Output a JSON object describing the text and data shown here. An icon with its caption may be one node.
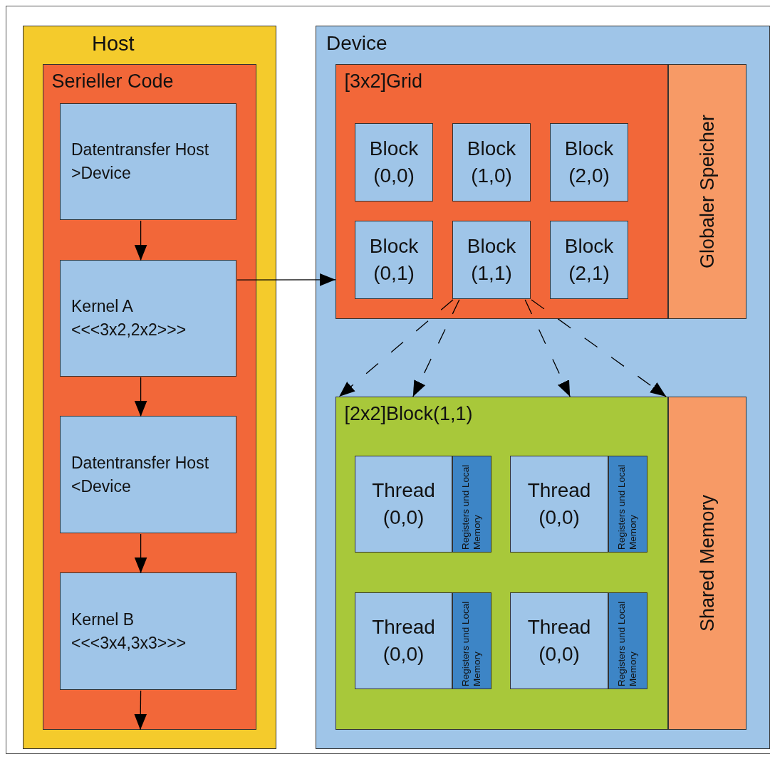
{
  "diagram": {
    "nodes": [
      {
        "text": [
          "Host"
        ]
      },
      {
        "text": [
          "Serieller Code"
        ],
        "in": 0
      },
      {
        "text": [
          "Datentransfer Host >Device"
        ],
        "in": 1
      },
      {
        "text": [
          "Kernel A <<<3x2,2x2>>>"
        ],
        "in": 1
      },
      {
        "text": [
          "Datentransfer Host <Device"
        ],
        "in": 1
      },
      {
        "text": [
          "Kernel B <<<3x4,3x3>>>"
        ],
        "in": 1
      },
      {
        "text": [
          "Device"
        ]
      },
      {
        "text": [
          "[3x2]Grid"
        ],
        "in": 6
      },
      {
        "text": [
          "Block (0,0)"
        ],
        "in": 7
      },
      {
        "text": [
          "Block (1,0)"
        ],
        "in": 7
      },
      {
        "text": [
          "Block (2,0)"
        ],
        "in": 7
      },
      {
        "text": [
          "Block (0,1)"
        ],
        "in": 7
      },
      {
        "text": [
          "Block (1,1)"
        ],
        "in": 7
      },
      {
        "text": [
          "Block (2,1)"
        ],
        "in": 7
      },
      {
        "text": [
          "Globaler Speicher"
        ],
        "in": 6
      },
      {
        "text": [
          "[2x2]Block(1,1)"
        ],
        "in": 6
      },
      {
        "text": [
          "Thread (0,0)"
        ],
        "in": 15
      },
      {
        "text": [
          "Registers und Local Memory"
        ],
        "in": 15
      },
      {
        "text": [
          "Thread (0,0)"
        ],
        "in": 15
      },
      {
        "text": [
          "Registers und Local Memory"
        ],
        "in": 15
      },
      {
        "text": [
          "Thread (0,0)"
        ],
        "in": 15
      },
      {
        "text": [
          "Registers und Local Memory"
        ],
        "in": 15
      },
      {
        "text": [
          "Thread (0,0)"
        ],
        "in": 15
      },
      {
        "text": [
          "Registers und Local Memory"
        ],
        "in": 15
      },
      {
        "text": [
          "Shared Memory"
        ],
        "in": 6
      }
    ],
    "edges": [
      {
        "from": 2,
        "to": 3,
        "arrow": "to"
      },
      {
        "from": 3,
        "to": 4,
        "arrow": "to"
      },
      {
        "from": 4,
        "to": 5,
        "arrow": "to"
      },
      {
        "from": 5,
        "to": null,
        "arrow": "to"
      },
      {
        "from": 3,
        "to": 7,
        "arrow": "to"
      },
      {
        "from": 12,
        "to": 15,
        "arrow": "to",
        "style": "dashed"
      },
      {
        "from": 12,
        "to": 15,
        "arrow": "to",
        "style": "dashed"
      },
      {
        "from": 12,
        "to": 15,
        "arrow": "to",
        "style": "dashed"
      },
      {
        "from": 12,
        "to": 15,
        "arrow": "to",
        "style": "dashed"
      }
    ]
  }
}
